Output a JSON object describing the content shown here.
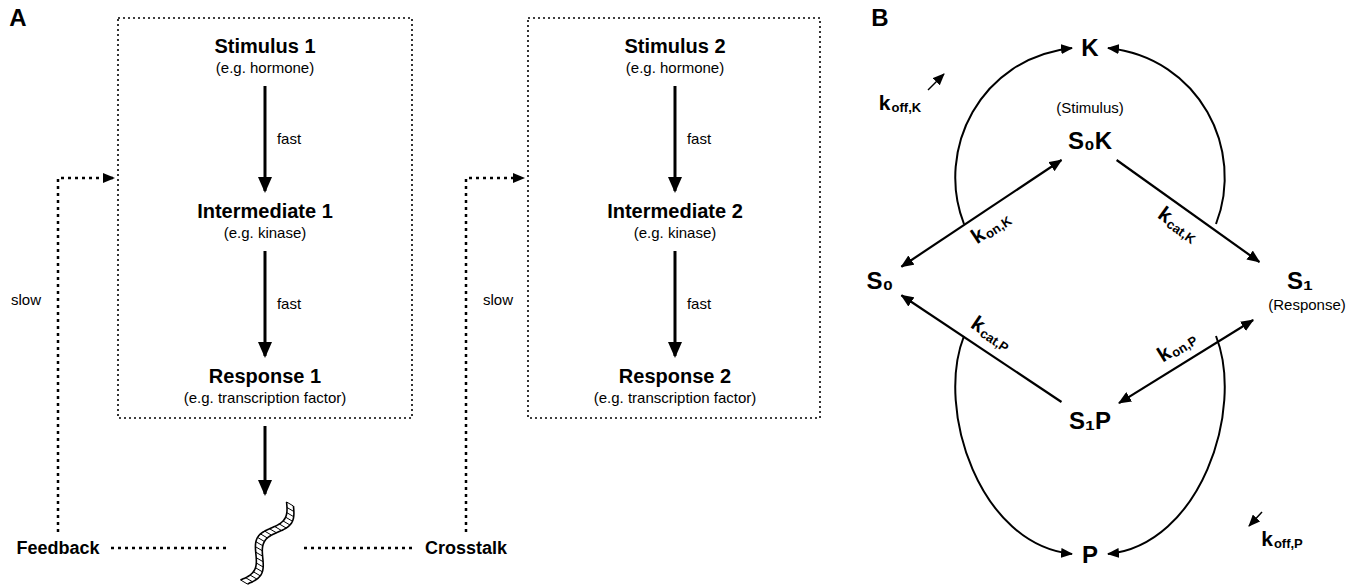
{
  "diagram": {
    "nodes": [
      {
        "text": [
          "Stimulus 1",
          "(e.g. hormone)"
        ]
      },
      {
        "text": [
          "Intermediate 1",
          "(e.g. kinase)"
        ]
      },
      {
        "text": [
          "Response 1",
          "(e.g. transcription factor)"
        ]
      },
      {
        "text": [
          "Stimulus 2",
          "(e.g. hormone)"
        ]
      },
      {
        "text": [
          "Intermediate 2",
          "(e.g. kinase)"
        ]
      },
      {
        "text": [
          "Response 2",
          "(e.g. transcription factor)"
        ]
      },
      {
        "text": [
          "K",
          "(Stimulus)"
        ]
      },
      {
        "text": [
          "S₀K"
        ]
      },
      {
        "text": [
          "S₀"
        ]
      },
      {
        "text": [
          "S₁",
          "(Response)"
        ]
      },
      {
        "text": [
          "S₁P"
        ]
      },
      {
        "text": [
          "P"
        ]
      }
    ],
    "edges": [
      {
        "from": 0,
        "to": 1,
        "label": "fast",
        "arrow": "to"
      },
      {
        "from": 1,
        "to": 2,
        "label": "fast",
        "arrow": "to"
      },
      {
        "from": 3,
        "to": 4,
        "label": "fast",
        "arrow": "to"
      },
      {
        "from": 4,
        "to": 5,
        "label": "fast",
        "arrow": "to"
      },
      {
        "from": 8,
        "to": 7,
        "label": "kon,K",
        "arrow": "both"
      },
      {
        "from": 7,
        "to": 9,
        "label": "kcat,K",
        "arrow": "to"
      },
      {
        "from": 9,
        "to": 10,
        "label": "kon,P",
        "arrow": "both"
      },
      {
        "from": 10,
        "to": 8,
        "label": "kcat,P",
        "arrow": "to"
      }
    ],
    "labels": [
      "A",
      "B",
      "slow",
      "Feedback",
      "slow",
      "Crosstalk",
      "koff,K",
      "koff,P"
    ]
  }
}
